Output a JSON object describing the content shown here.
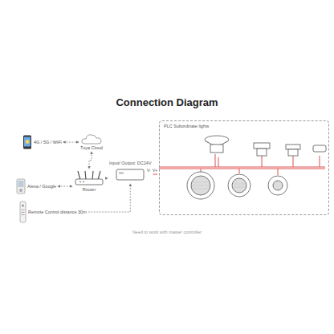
{
  "diagram": {
    "title": "Connection Diagram",
    "caption": "Need to work with master controller",
    "nodes": [
      {
        "text": [
          "4G / 5G / WiFi"
        ]
      },
      {
        "text": [
          "Tuya Cloud"
        ]
      },
      {
        "text": [
          "Alexa / Google"
        ]
      },
      {
        "text": [
          "Router"
        ]
      },
      {
        "text": [
          "Remote Control distance 30m"
        ]
      },
      {
        "text": [
          "Input/ Output: DC24V"
        ]
      },
      {
        "text": [
          "PLC Subordinate lights"
        ]
      }
    ],
    "edges": [
      {
        "from": 0,
        "to": 1,
        "arrow": "both"
      },
      {
        "from": 1,
        "to": 3,
        "arrow": "both"
      },
      {
        "from": 2,
        "to": 3,
        "arrow": "both"
      },
      {
        "from": 3,
        "to": 5,
        "arrow": "to"
      },
      {
        "from": 4,
        "to": 5,
        "arrow": "to"
      },
      {
        "from": 5,
        "to": 6,
        "arrow": "none"
      }
    ],
    "labels": [
      "V-",
      "V+"
    ]
  }
}
